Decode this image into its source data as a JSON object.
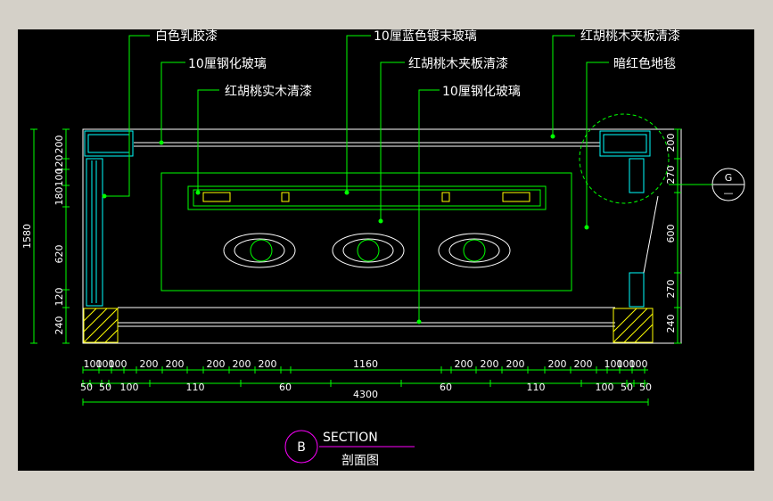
{
  "colors": {
    "background": "#000000",
    "frame": "#d4d0c8",
    "line_green": "#00ff00",
    "wall_cyan": "#00ffff",
    "hatch_yellow": "#ffff00",
    "circle_magenta": "#ff00ff",
    "text_white": "#ffffff",
    "dim_green": "#00ff00"
  },
  "callouts": {
    "top_left_1": "白色乳胶漆",
    "top_left_2": "10厘钢化玻璃",
    "top_left_3": "红胡桃实木清漆",
    "top_center_1": "10厘蓝色镀末玻璃",
    "top_center_2": "红胡桃木夹板清漆",
    "top_center_3": "10厘钢化玻璃",
    "top_right_1": "红胡桃木夹板清漆",
    "top_right_2": "暗红色地毯"
  },
  "dimensions": {
    "left_vertical": [
      "200",
      "120",
      "100",
      "180",
      "620",
      "120",
      "240"
    ],
    "left_total": "1580",
    "right_vertical": [
      "200",
      "270",
      "600",
      "270",
      "240"
    ],
    "bottom_row1": [
      "100",
      "100",
      "100",
      "200",
      "200",
      "200",
      "200",
      "200",
      "1160",
      "200",
      "200",
      "200",
      "200",
      "200",
      "100",
      "100",
      "100"
    ],
    "bottom_row2": [
      "50",
      "50",
      "100",
      "110",
      "60",
      "60",
      "110",
      "100",
      "50",
      "50"
    ],
    "bottom_total": "4300"
  },
  "detail_marker": {
    "letter": "G",
    "sub": "—"
  },
  "section": {
    "marker": "B",
    "title": "SECTION",
    "subtitle": "剖面图"
  }
}
